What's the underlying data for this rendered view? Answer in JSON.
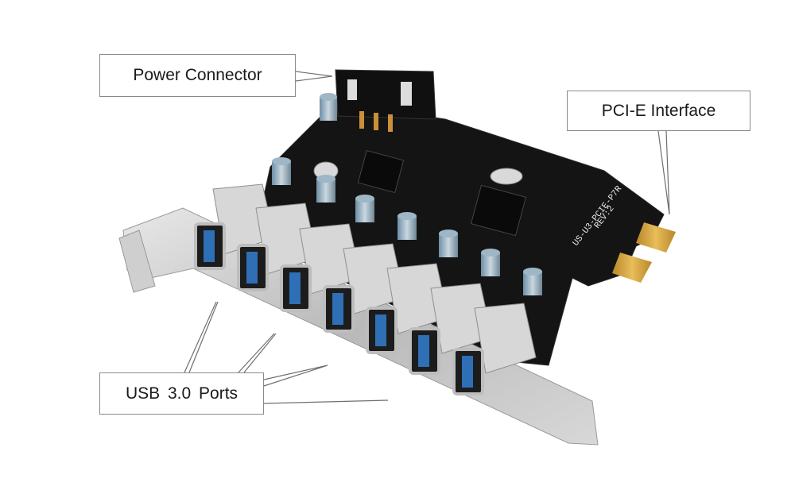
{
  "labels": {
    "power_connector": "Power Connector",
    "pcie_interface": "PCI-E Interface",
    "usb_ports": "USB 3.0 Ports"
  },
  "board_silkscreen": {
    "model": "US-U3-PCIE-P7R",
    "revision": "REV:2"
  },
  "colors": {
    "pcb": "#141414",
    "usb_port_blue": "#2f6fb6",
    "gold_fingers": "#d4a33a",
    "bracket_metal": "#c9c9c9",
    "callout_border": "#8a8a8a"
  },
  "usb_port_count": 7
}
